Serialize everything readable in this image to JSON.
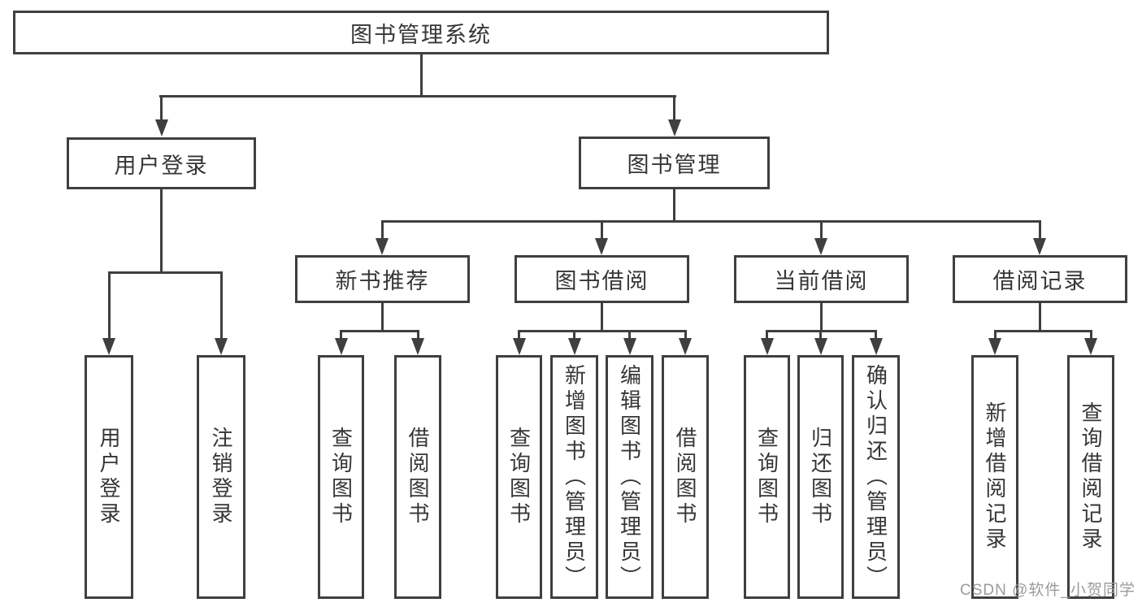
{
  "colors": {
    "line": "#3f3f3f",
    "text": "#363636",
    "background": "#ffffff",
    "watermark": "#9b9b9b"
  },
  "watermark": {
    "text": "CSDN @软件_小贺同学"
  },
  "tree": {
    "root": "图书管理系统",
    "branches": [
      {
        "label": "用户登录",
        "children": [
          "用户登录",
          "注销登录"
        ]
      },
      {
        "label": "图书管理",
        "sections": [
          {
            "label": "新书推荐",
            "children": [
              "查询图书",
              "借阅图书"
            ]
          },
          {
            "label": "图书借阅",
            "children": [
              "查询图书",
              "新增图书（管理员）",
              "编辑图书（管理员）",
              "借阅图书"
            ]
          },
          {
            "label": "当前借阅",
            "children": [
              "查询图书",
              "归还图书",
              "确认归还（管理员）"
            ]
          },
          {
            "label": "借阅记录",
            "children": [
              "新增借阅记录",
              "查询借阅记录"
            ]
          }
        ]
      }
    ]
  }
}
